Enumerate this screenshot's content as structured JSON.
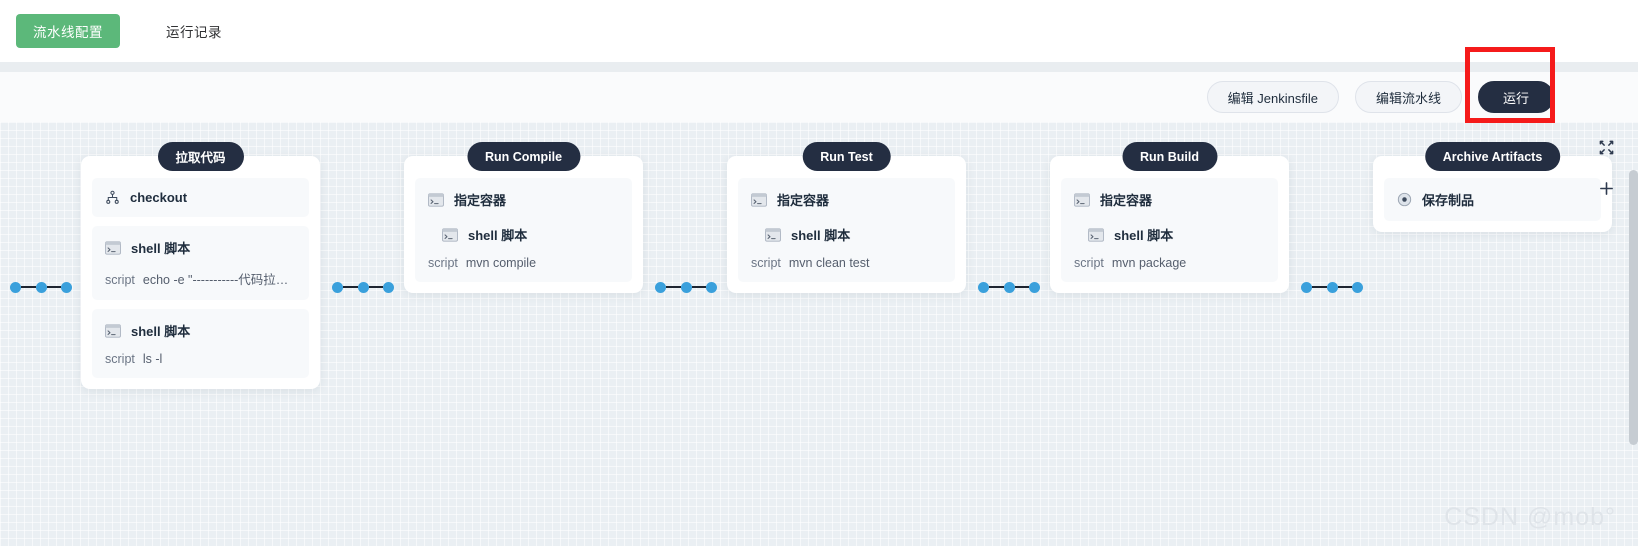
{
  "tabs": [
    {
      "label": "流水线配置",
      "active": true
    },
    {
      "label": "运行记录",
      "active": false
    }
  ],
  "toolbar": {
    "edit_jenkinsfile_label": "编辑 Jenkinsfile",
    "edit_pipeline_label": "编辑流水线",
    "run_label": "运行",
    "highlight_color": "#f51b1b",
    "run_button_color": "#242e42"
  },
  "canvas_tools": [
    {
      "icon": "fullscreen-icon"
    },
    {
      "icon": "plus-icon"
    }
  ],
  "stages": [
    {
      "badge": "拉取代码",
      "steps": [
        {
          "icon": "git-branch-icon",
          "title": "checkout"
        },
        {
          "icon": "terminal-icon",
          "title": "shell 脚本",
          "key": "script",
          "value": "echo -e \"-----------代码拉取成功…"
        },
        {
          "icon": "terminal-icon",
          "title": "shell 脚本",
          "key": "script",
          "value": "ls -l"
        }
      ]
    },
    {
      "badge": "Run Compile",
      "steps": [
        {
          "icon": "terminal-icon",
          "title": "指定容器",
          "substep": {
            "icon": "terminal-icon",
            "title": "shell 脚本",
            "key": "script",
            "value": "mvn compile"
          }
        }
      ]
    },
    {
      "badge": "Run Test",
      "steps": [
        {
          "icon": "terminal-icon",
          "title": "指定容器",
          "substep": {
            "icon": "terminal-icon",
            "title": "shell 脚本",
            "key": "script",
            "value": "mvn clean test"
          }
        }
      ]
    },
    {
      "badge": "Run Build",
      "steps": [
        {
          "icon": "terminal-icon",
          "title": "指定容器",
          "substep": {
            "icon": "terminal-icon",
            "title": "shell 脚本",
            "key": "script",
            "value": "mvn package"
          }
        }
      ]
    },
    {
      "badge": "Archive Artifacts",
      "steps": [
        {
          "icon": "archive-dot-icon",
          "title": "保存制品"
        }
      ]
    }
  ],
  "watermark": "CSDN @mob°"
}
